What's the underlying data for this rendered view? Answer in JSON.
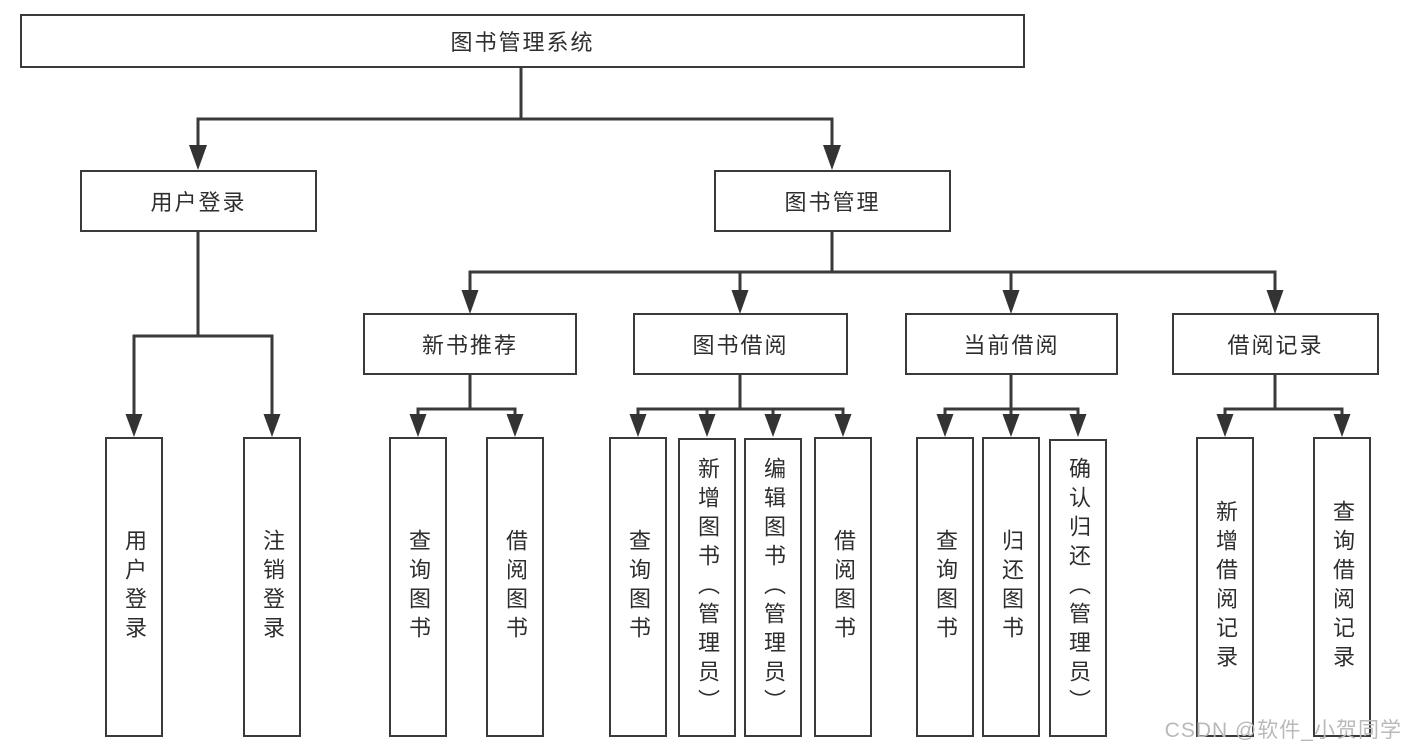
{
  "colors": {
    "background": "#ffffff",
    "line": "#3a3a3a",
    "box_border": "#3a3a3a",
    "text": "#2e2e2e",
    "watermark": "#b9b9b9"
  },
  "tree": {
    "root": {
      "label": "图书管理系统"
    },
    "branches": [
      {
        "label": "用户登录",
        "leaves": [
          {
            "label": "用户登录"
          },
          {
            "label": "注销登录"
          }
        ]
      },
      {
        "label": "图书管理",
        "groups": [
          {
            "label": "新书推荐",
            "leaves": [
              {
                "label": "查询图书"
              },
              {
                "label": "借阅图书"
              }
            ]
          },
          {
            "label": "图书借阅",
            "leaves": [
              {
                "label": "查询图书"
              },
              {
                "label": "新增图书（管理员）"
              },
              {
                "label": "编辑图书（管理员）"
              },
              {
                "label": "借阅图书"
              }
            ]
          },
          {
            "label": "当前借阅",
            "leaves": [
              {
                "label": "查询图书"
              },
              {
                "label": "归还图书"
              },
              {
                "label": "确认归还（管理员）"
              }
            ]
          },
          {
            "label": "借阅记录",
            "leaves": [
              {
                "label": "新增借阅记录"
              },
              {
                "label": "查询借阅记录"
              }
            ]
          }
        ]
      }
    ]
  },
  "watermark": {
    "text": "CSDN @软件_小贺同学"
  }
}
